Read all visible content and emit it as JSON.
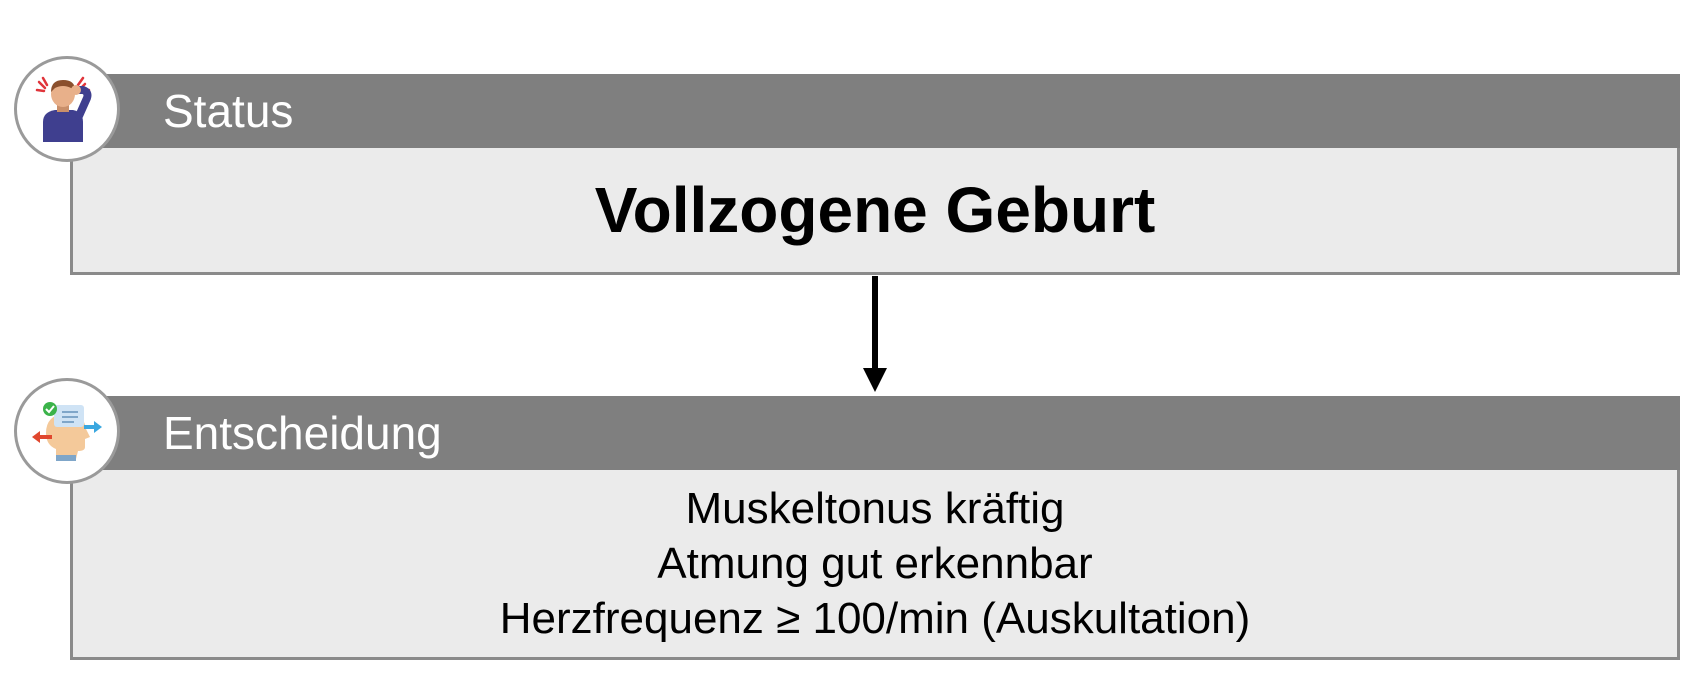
{
  "status_card": {
    "header": "Status",
    "value": "Vollzogene Geburt",
    "icon": "person-headache-icon"
  },
  "decision_card": {
    "header": "Entscheidung",
    "lines": [
      "Muskeltonus kräftig",
      "Atmung gut erkennbar",
      "Herzfrequenz ≥ 100/min (Auskultation)"
    ],
    "icon": "decision-head-icon"
  },
  "colors": {
    "header_bg": "#7f7f7f",
    "body_bg": "#ebebeb",
    "border": "#8a8a8a",
    "arrow": "#000000"
  }
}
